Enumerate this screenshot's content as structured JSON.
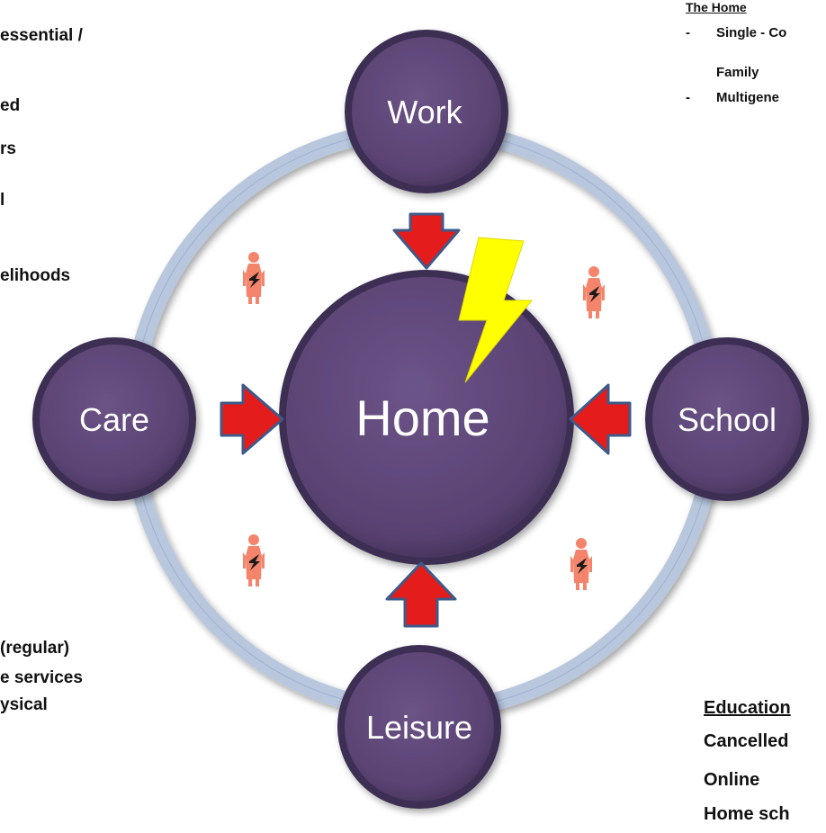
{
  "left_text": {
    "lines": [
      "essential /",
      "ed",
      "rs",
      "l",
      "elihoods",
      "(regular)",
      "e services",
      "ysical"
    ]
  },
  "top_right": {
    "title": "The Home",
    "items": [
      {
        "dash": "-",
        "text": "Single - Co",
        "cont": "Family"
      },
      {
        "dash": "-",
        "text": "Multigene",
        "cont": ""
      }
    ]
  },
  "bottom_right": {
    "heading": "Education",
    "lines": [
      "Cancelled",
      "Online",
      "Home sch"
    ]
  },
  "diagram": {
    "center": "Home",
    "nodes": {
      "top": "Work",
      "left": "Care",
      "right": "School",
      "bottom": "Leisure"
    }
  },
  "colors": {
    "node_fill": "#5b4474",
    "ring": "#b8c7de",
    "arrow": "#e51c1c",
    "arrow_outline": "#3d5a8a",
    "lightning": "#ffff00",
    "figure": "#f4846c"
  }
}
